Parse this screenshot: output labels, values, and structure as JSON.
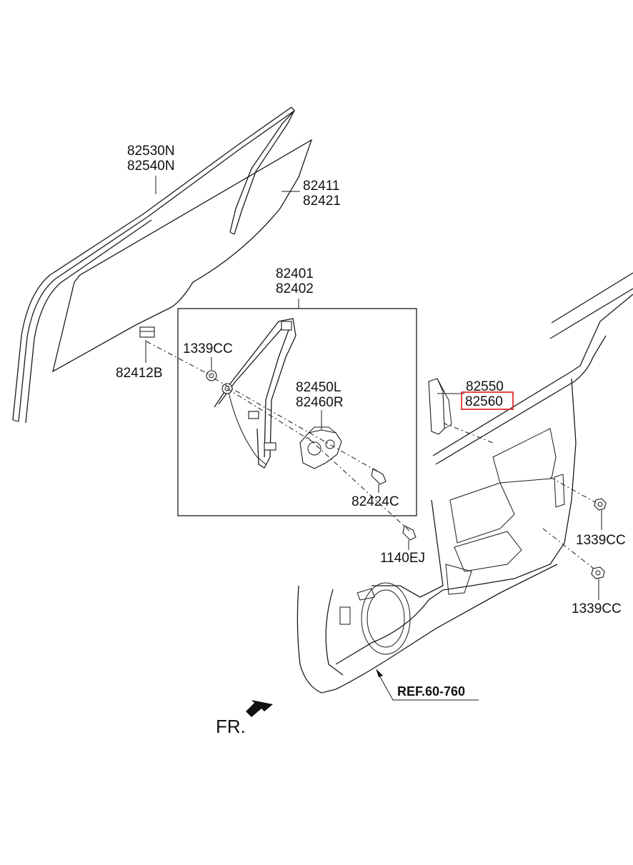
{
  "callouts": {
    "run_channel_1": "82530N",
    "run_channel_2": "82540N",
    "glass_1": "82411",
    "glass_2": "82421",
    "regulator_assy_1": "82401",
    "regulator_assy_2": "82402",
    "nut_inner": "1339CC",
    "glass_holder": "82412B",
    "motor_1": "82450L",
    "motor_2": "82460R",
    "bracket_1": "82550",
    "bracket_2": "82560",
    "bolt_inner": "82424C",
    "bolt_outer": "1140EJ",
    "nut_right_1": "1339CC",
    "nut_right_2": "1339CC",
    "reference": "REF.60-760",
    "front_marker": "FR."
  },
  "highlight_color": "#e03030"
}
